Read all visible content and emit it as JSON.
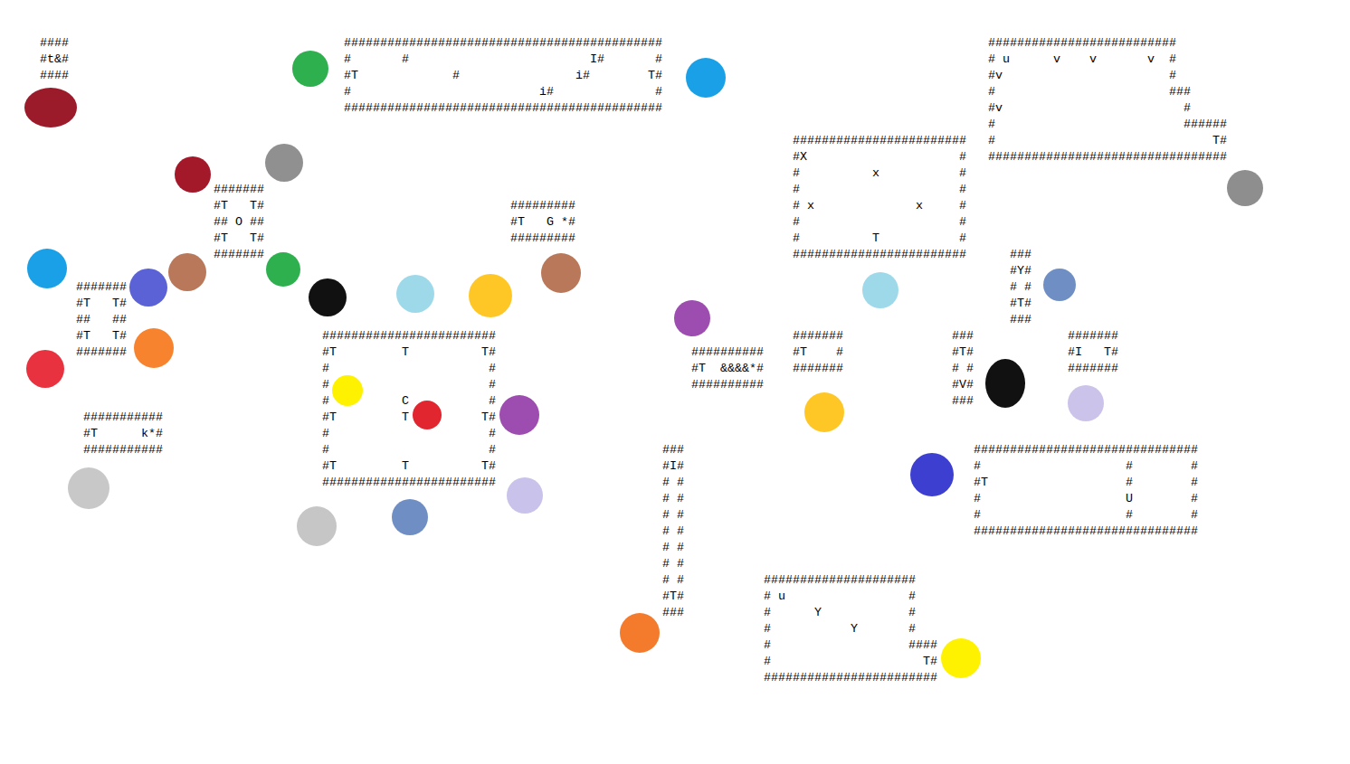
{
  "diagram": {
    "labels": [
      "####",
      "#t&#",
      "####",
      "############################################",
      "#       #                         I#       #",
      "#T             #                i#        T#",
      "#                          i#              #",
      "############################################",
      "#######",
      "#T   T#",
      "## O ##",
      "#T   T#",
      "#######",
      "#######",
      "#T   T#",
      "##   ##",
      "#T   T#",
      "#######",
      "###########",
      "#T      k*#",
      "###########",
      "#########",
      "#T   G *#",
      "#########",
      "########################",
      "#T         T          T#",
      "#                      #",
      "#                      #",
      "#          C           #",
      "#T         T          T#",
      "#                      #",
      "#                      #",
      "#T         T          T#",
      "########################",
      "##########",
      "#T  &&&&*#",
      "##########",
      "###",
      "#I#",
      "# #",
      "# #",
      "# #",
      "# #",
      "# #",
      "# #",
      "# #",
      "#T#",
      "###",
      "########################",
      "#X                     #",
      "#          x           #",
      "#                      #",
      "# x              x     #",
      "#                      #",
      "#          T           #",
      "########################",
      "##########################",
      "# u      v    v       v  #",
      "#v                       #",
      "#                        ###",
      "#v                         #",
      "#                          ######",
      "#                              T#",
      "#################################",
      "###",
      "#Y#",
      "# #",
      "#T#",
      "###",
      "#######",
      "#T    #",
      "#######",
      "###",
      "#T#",
      "# #",
      "#V#",
      "###",
      "#######",
      "#I   T#",
      "#######",
      "###############################",
      "#                    #        #",
      "#T                   #        #",
      "#                    U        #",
      "#                    #        #",
      "###############################",
      "#####################",
      "# u                 #",
      "#      Y            #",
      "#           Y       #",
      "#                   ####",
      "#                     T#",
      "########################"
    ]
  }
}
